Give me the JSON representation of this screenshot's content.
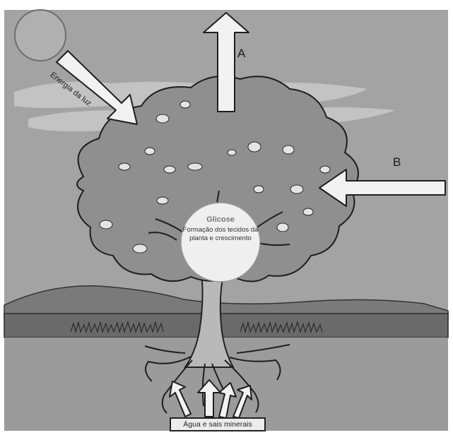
{
  "diagram": {
    "energy_label": "Energia da luz",
    "letter_a": "A",
    "letter_b": "B",
    "center_title": "Glicose",
    "center_body": "Formação dos tecidos da planta e crescimento",
    "bottom_label": "Água e sais minerais"
  },
  "colors": {
    "sky": "#a3a3a3",
    "cloud": "#c9c9c9",
    "canopy": "#8f8f8f",
    "hill": "#7a7a7a",
    "ground": "#9b9b9b",
    "sun": "#b0b0b0",
    "arrow_fill": "#f2f2f2",
    "outline": "#1e1e1e"
  },
  "icons": [
    "sun-icon",
    "tree-icon",
    "arrow-up-icon",
    "arrow-left-icon",
    "arrow-diagonal-icon",
    "roots-arrows-icon"
  ]
}
